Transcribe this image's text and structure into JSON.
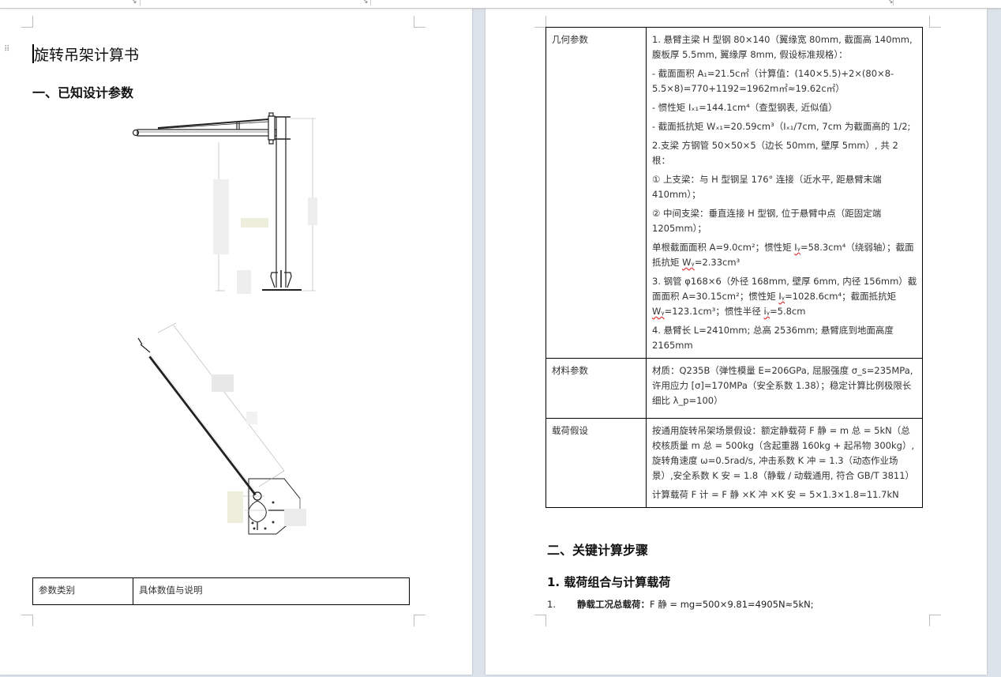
{
  "ribbon": {
    "launchers": [
      {
        "name": "group-launcher-1",
        "glyph": "↘"
      },
      {
        "name": "group-launcher-2",
        "glyph": "↘"
      },
      {
        "name": "group-launcher-3",
        "glyph": "↘"
      }
    ]
  },
  "page1": {
    "drag_handle_glyph": "⠿",
    "title": "旋转吊架计算书",
    "section1_heading": "一、已知设计参数",
    "figures": [
      {
        "name": "side-elevation-drawing",
        "description": "Jib crane side elevation"
      },
      {
        "name": "inclined-arm-drawing",
        "description": "Inclined arm with base plate"
      }
    ],
    "table_header": {
      "col1": "参数类别",
      "col2": "具体数值与说明"
    }
  },
  "page2": {
    "table_rows": [
      {
        "category": "几何参数",
        "lines": [
          "1. 悬臂主梁  H 型钢 80×140（翼缘宽 80mm, 截面高 140mm, 腹板厚 5.5mm, 翼缘厚 8mm, 假设标准规格）：",
          "- 截面面积 A₁=21.5c㎡（计算值：(140×5.5)+2×(80×8-5.5×8)=770+1192=1962m㎡≈19.62c㎡）",
          "- 惯性矩 Iₓ₁=144.1cm⁴（查型钢表, 近似值）",
          "- 截面抵抗矩 Wₓ₁=20.59cm³（Iₓ₁/7cm, 7cm 为截面高的 1/2;",
          "2.支梁   方钢管 50×50×5（边长 50mm, 壁厚 5mm）, 共 2 根：",
          "① 上支梁：与 H 型钢呈 176° 连接（近水平, 距悬臂末端 410mm）；",
          "② 中间支梁：垂直连接 H 型钢, 位于悬臂中点（距固定端 1205mm）；"
        ],
        "line_weak_axis": {
          "pre": "单根截面面积 A=9.0cm²；惯性矩 ",
          "ix": "Iᵧ",
          "mid": "=58.3cm⁴（绕弱轴）；截面抵抗矩 ",
          "wx": "Wᵧ",
          "post": "=2.33cm³"
        },
        "line_pipe": {
          "pre": "3. 钢管 φ168×6（外径 168mm, 壁厚 6mm, 内径 156mm）截面面积 A=30.15cm²；惯性矩 ",
          "ix": "Iᵧ",
          "mid1": "=1028.6cm⁴；截面抵抗矩 ",
          "wx": "Wᵧ",
          "mid2": "=123.1cm³；惯性半径 ",
          "iy": "iᵧ",
          "post": "=5.8cm"
        },
        "line_dims": "4. 悬臂长 L=2410mm; 总高 2536mm; 悬臂底到地面高度 2165mm"
      },
      {
        "category": "材料参数",
        "lines": [
          "材质：Q235B（弹性模量 E=206GPa, 屈服强度 σ_s=235MPa, 许用应力 [σ]=170MPa（安全系数 1.38）；稳定计算比例极限长细比 λ_p=100）"
        ]
      },
      {
        "category": "载荷假设",
        "lines": [
          "按通用旋转吊架场景假设：额定静载荷 F 静 = m 总 = 5kN（总校核质量 m 总 = 500kg（含起重器 160kg + 起吊物 300kg）, 旋转角速度 ω=0.5rad/s, 冲击系数 K 冲 = 1.3（动态作业场景）,安全系数 K 安 = 1.8（静载 / 动载通用, 符合 GB/T 3811）",
          "计算载荷 F 计 = F 静 ×K 冲 ×K 安 = 5×1.3×1.8=11.7kN"
        ]
      }
    ],
    "section2_heading": "二、关键计算步骤",
    "subsection1_heading": "1. 载荷组合与计算载荷",
    "list_items": [
      {
        "num": "1.",
        "label": "静载工况总载荷：",
        "text": "F 静 = mg=500×9.81=4905N≈5kN;"
      }
    ]
  },
  "colors": {
    "workspace_bg": "#dde3ea",
    "page_bg": "#ffffff",
    "table_border": "#000000",
    "crop_mark": "#bdbdbd",
    "spell_error": "#dd3333"
  }
}
